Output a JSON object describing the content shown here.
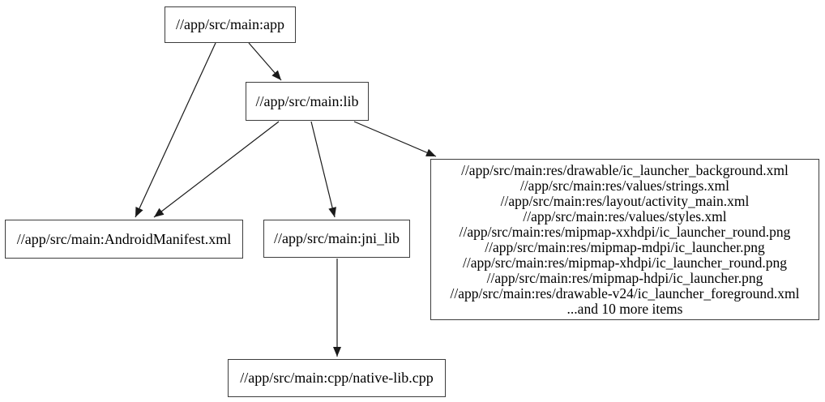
{
  "diagram": {
    "type": "dependency-graph",
    "background_color": "#ffffff",
    "node_border_color": "#3d3d3d",
    "edge_color": "#1a1a1a",
    "nodes": {
      "app": {
        "label": "//app/src/main:app"
      },
      "lib": {
        "label": "//app/src/main:lib"
      },
      "manifest": {
        "label": "//app/src/main:AndroidManifest.xml"
      },
      "jni_lib": {
        "label": "//app/src/main:jni_lib"
      },
      "native_lib": {
        "label": "//app/src/main:cpp/native-lib.cpp"
      },
      "resources": {
        "lines": [
          "//app/src/main:res/drawable/ic_launcher_background.xml",
          "//app/src/main:res/values/strings.xml",
          "//app/src/main:res/layout/activity_main.xml",
          "//app/src/main:res/values/styles.xml",
          "//app/src/main:res/mipmap-xxhdpi/ic_launcher_round.png",
          "//app/src/main:res/mipmap-mdpi/ic_launcher.png",
          "//app/src/main:res/mipmap-xhdpi/ic_launcher_round.png",
          "//app/src/main:res/mipmap-hdpi/ic_launcher.png",
          "//app/src/main:res/drawable-v24/ic_launcher_foreground.xml",
          "...and 10 more items"
        ]
      }
    },
    "edges": [
      {
        "from": "app",
        "to": "lib"
      },
      {
        "from": "app",
        "to": "manifest"
      },
      {
        "from": "lib",
        "to": "manifest"
      },
      {
        "from": "lib",
        "to": "jni_lib"
      },
      {
        "from": "lib",
        "to": "resources"
      },
      {
        "from": "jni_lib",
        "to": "native_lib"
      }
    ]
  }
}
